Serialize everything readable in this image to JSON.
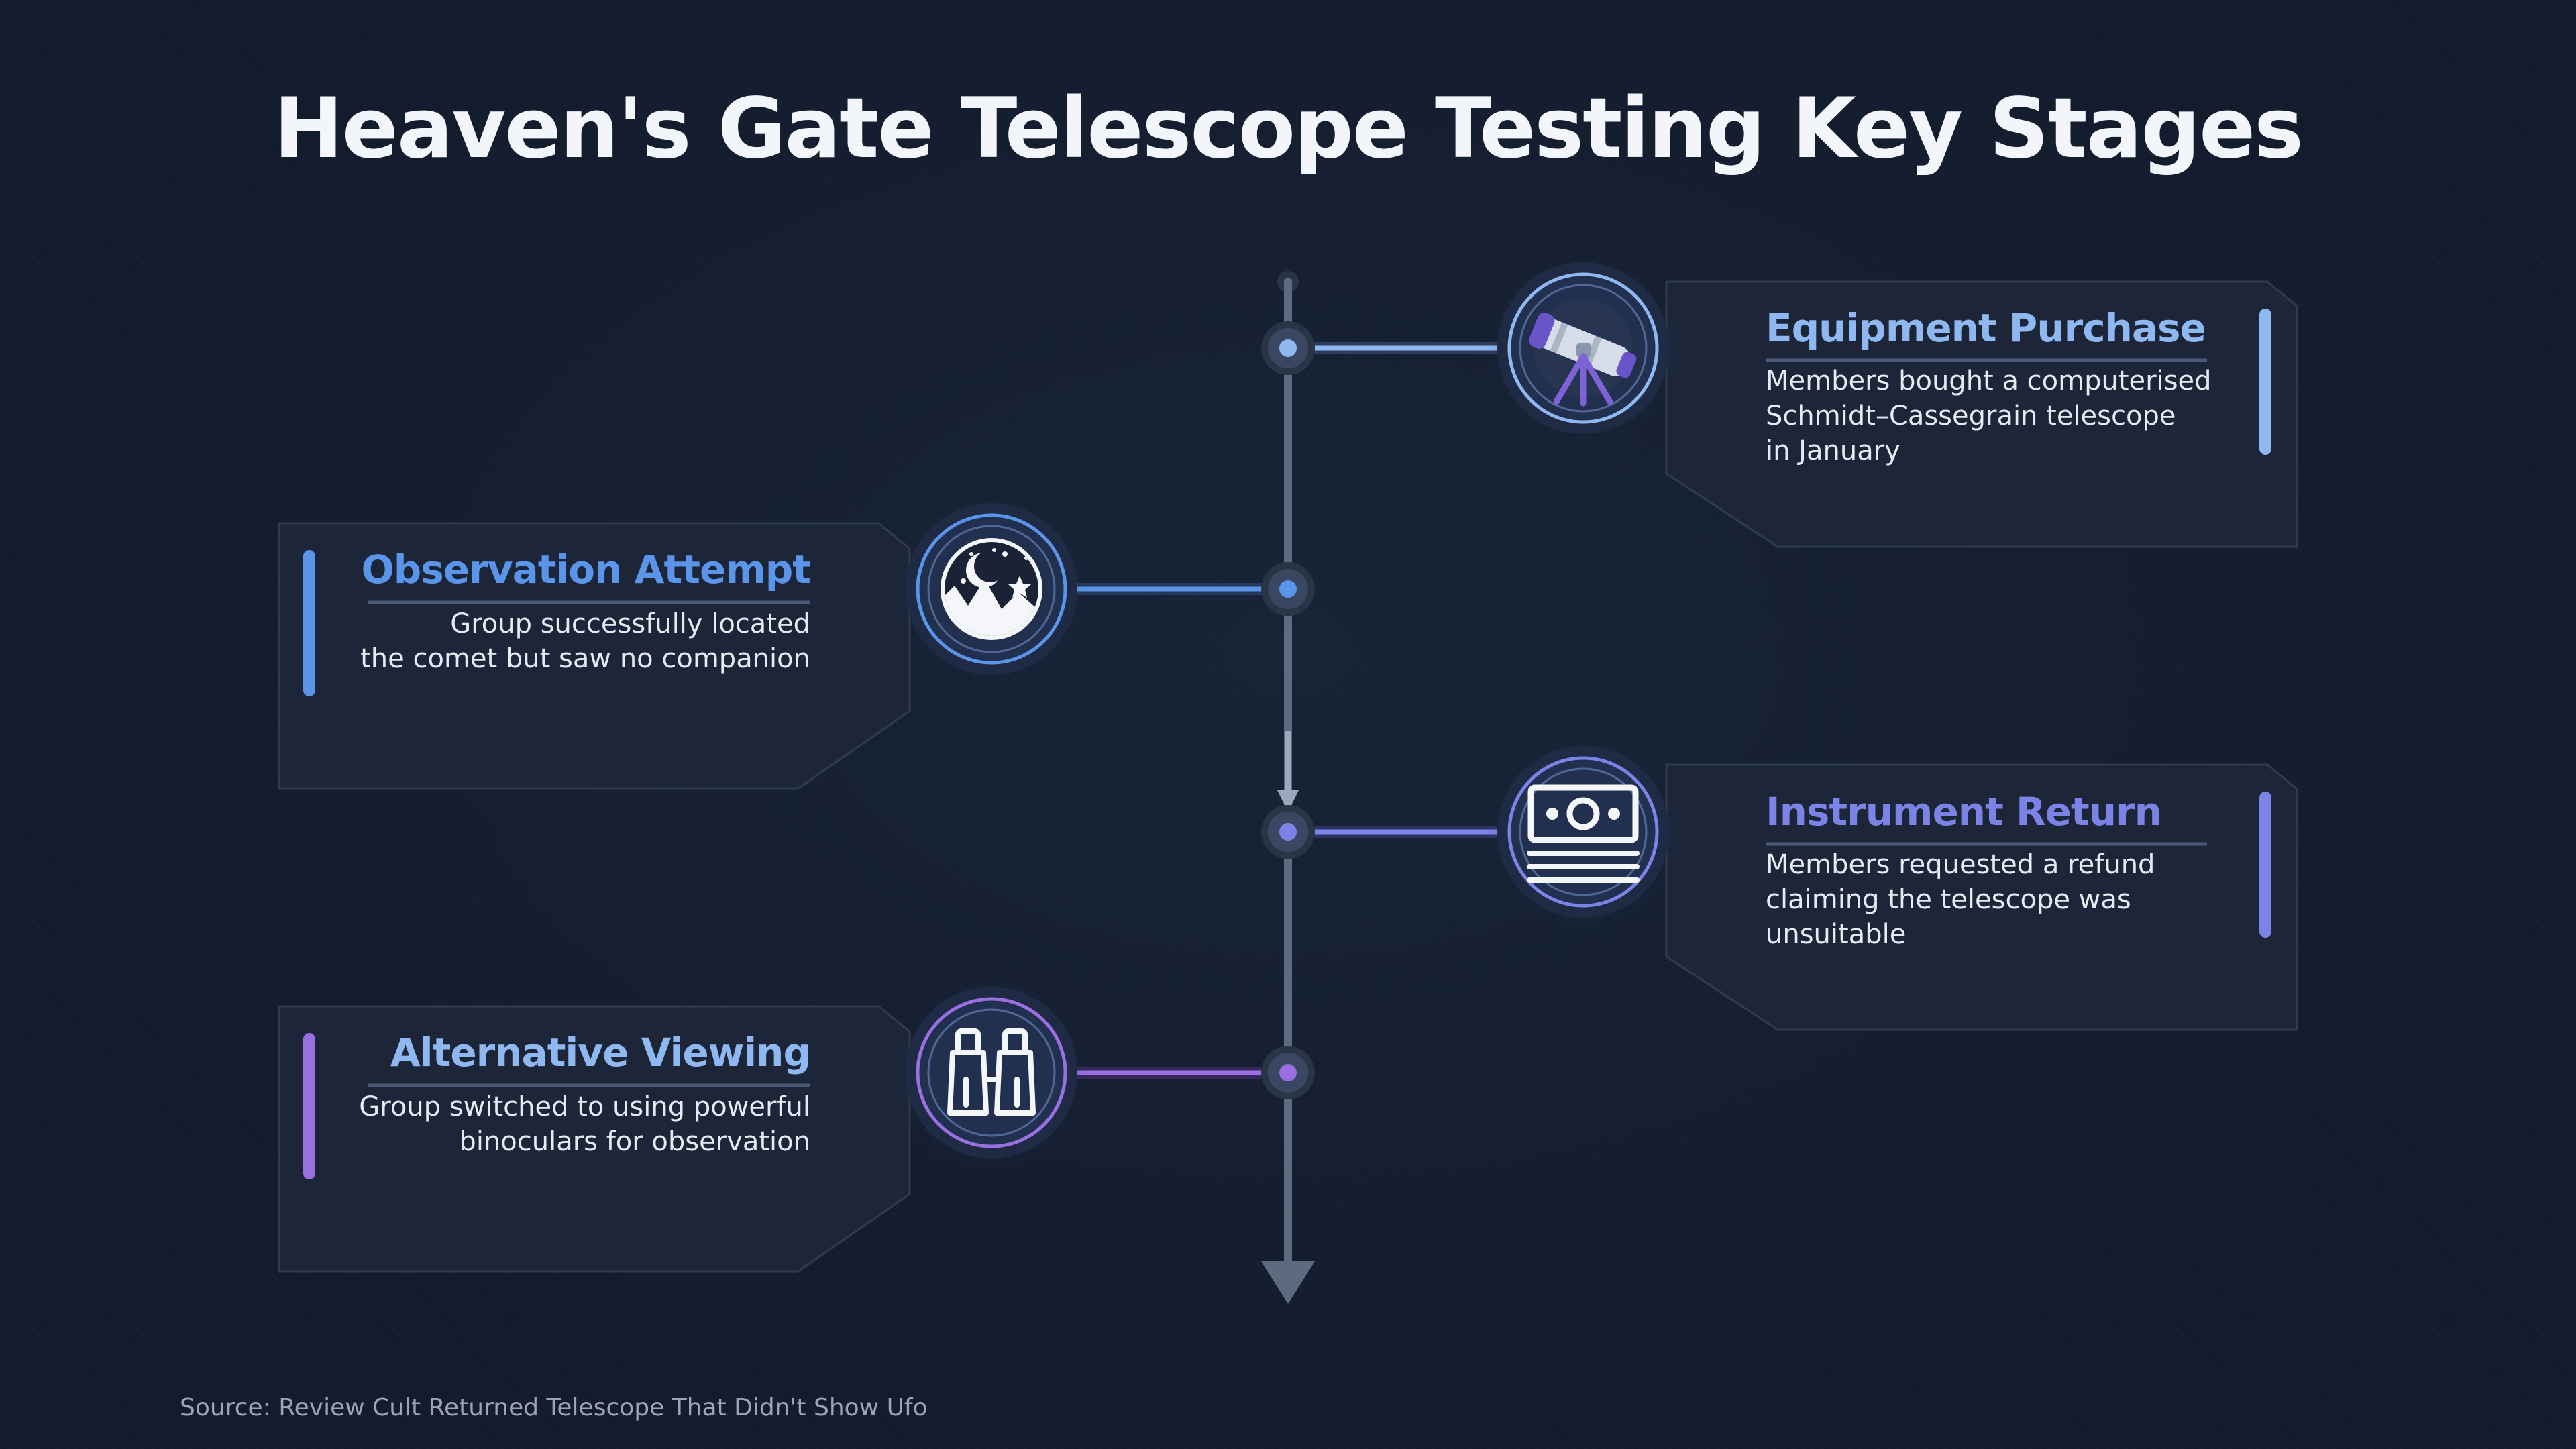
{
  "title": "Heaven's Gate Telescope Testing Key Stages",
  "source": "Source: Review Cult Returned Telescope That Didn't Show Ufo",
  "colors": {
    "background": "#131c2d",
    "card": "#1c2638",
    "axis": "#5d6b80",
    "stage1": "#8fb8f0",
    "stage2": "#5b95ea",
    "stage3": "#7b84e6",
    "stage4": "#9a6fe0"
  },
  "stages": [
    {
      "title": "Equipment Purchase",
      "description_lines": [
        "Members bought a computerised",
        "Schmidt–Cassegrain telescope",
        "in January"
      ],
      "icon": "telescope-icon",
      "side": "right"
    },
    {
      "title": "Observation Attempt",
      "description_lines": [
        "Group successfully located",
        "the comet but saw no companion"
      ],
      "icon": "night-sky-icon",
      "side": "left"
    },
    {
      "title": "Instrument Return",
      "description_lines": [
        "Members requested a refund",
        "claiming the telescope was",
        "unsuitable"
      ],
      "icon": "refund-cash-icon",
      "side": "right"
    },
    {
      "title": "Alternative Viewing",
      "description_lines": [
        "Group switched to using powerful",
        "binoculars for observation"
      ],
      "icon": "binoculars-icon",
      "side": "left"
    }
  ]
}
